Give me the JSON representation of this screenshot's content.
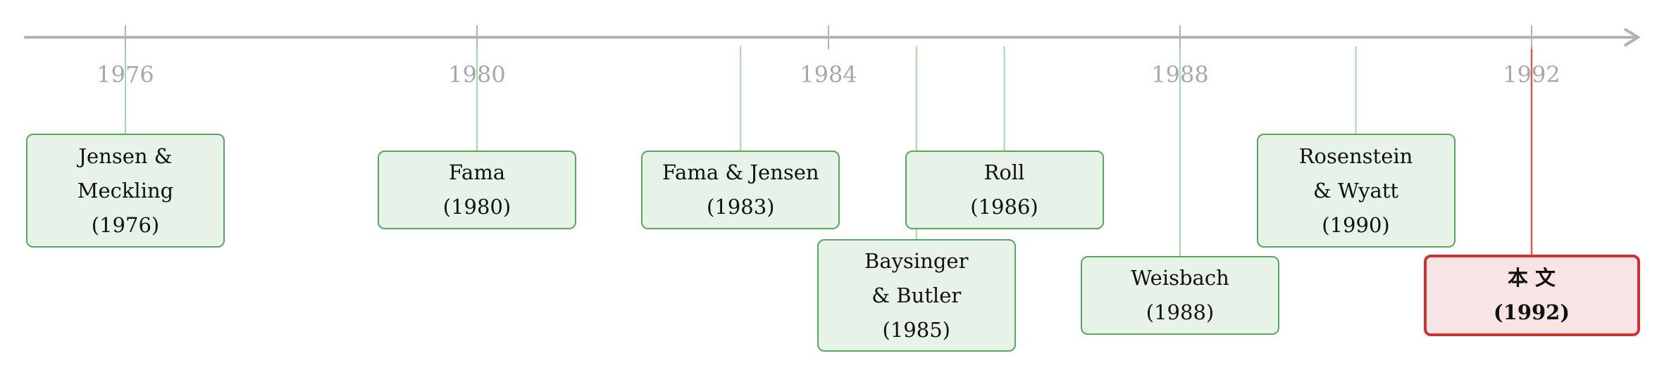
{
  "axis": {
    "start_year": 1975,
    "end_year": 1993.1,
    "ticks": [
      "1976",
      "1980",
      "1984",
      "1988",
      "1992"
    ]
  },
  "colors": {
    "axis": "#b3b3b3",
    "tick_label": "#a8a8a8",
    "connector": "#a9d3ab",
    "box_border": "#5aa55f",
    "box_fill": "#e7f3e8",
    "highlight_border": "#cc3333",
    "highlight_fill": "#f8e3e5",
    "highlight_line": "#dd5555"
  },
  "events": [
    {
      "year": 1976,
      "lines": [
        "Jensen &",
        "Meckling",
        "(1976)"
      ]
    },
    {
      "year": 1980,
      "lines": [
        "Fama",
        "(1980)"
      ]
    },
    {
      "year": 1983,
      "lines": [
        "Fama & Jensen",
        "(1983)"
      ]
    },
    {
      "year": 1985,
      "lines": [
        "Baysinger",
        "& Butler",
        "(1985)"
      ]
    },
    {
      "year": 1986,
      "lines": [
        "Roll",
        "(1986)"
      ]
    },
    {
      "year": 1988,
      "lines": [
        "Weisbach",
        "(1988)"
      ]
    },
    {
      "year": 1990,
      "lines": [
        "Rosenstein",
        "& Wyatt",
        "(1990)"
      ]
    },
    {
      "year": 1992,
      "lines": [
        "本 文",
        "(1992)"
      ],
      "highlight": true
    }
  ]
}
